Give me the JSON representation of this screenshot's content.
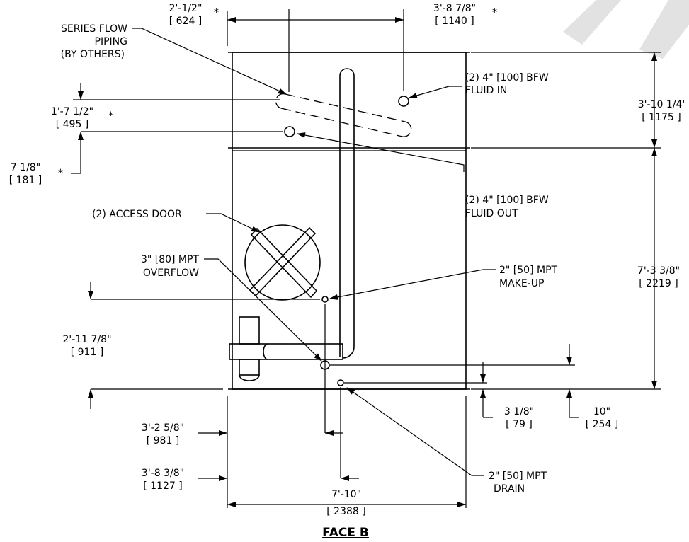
{
  "title": "FACE B",
  "callouts": {
    "series_flow": [
      "SERIES FLOW",
      "PIPING",
      "(BY OTHERS)"
    ],
    "fluid_in": [
      "(2) 4\" [100] BFW",
      "FLUID IN"
    ],
    "fluid_out": [
      "(2) 4\" [100] BFW",
      "FLUID OUT"
    ],
    "access_door": "(2) ACCESS DOOR",
    "overflow": [
      "3\" [80] MPT",
      "OVERFLOW"
    ],
    "makeup": [
      "2\" [50] MPT",
      "MAKE-UP"
    ],
    "drain": [
      "2\" [50] MPT",
      "DRAIN"
    ]
  },
  "dimensions": {
    "top_left": {
      "imperial": "2'-1/2\"",
      "metric": "[ 624 ]",
      "mark": "*"
    },
    "top_right": {
      "imperial": "3'-8 7/8\"",
      "metric": "[ 1140 ]",
      "mark": "*"
    },
    "left_upper": {
      "imperial": "1'-7 1/2\"",
      "metric": "[ 495 ]",
      "mark": "*"
    },
    "left_lower": {
      "imperial": "7 1/8\"",
      "metric": "[ 181 ]",
      "mark": "*"
    },
    "left_mid": {
      "imperial": "2'-11 7/8\"",
      "metric": "[ 911 ]"
    },
    "right_upper": {
      "imperial": "3'-10 1/4'",
      "metric": "[ 1175 ]"
    },
    "right_lower": {
      "imperial": "7'-3 3/8\"",
      "metric": "[ 2219 ]"
    },
    "bottom_a": {
      "imperial": "3 1/8\"",
      "metric": "[ 79 ]"
    },
    "bottom_b": {
      "imperial": "10\"",
      "metric": "[ 254 ]"
    },
    "bottom_left1": {
      "imperial": "3'-2 5/8\"",
      "metric": "[ 981 ]"
    },
    "bottom_left2": {
      "imperial": "3'-8 3/8\"",
      "metric": "[ 1127 ]"
    },
    "overall_width": {
      "imperial": "7'-10\"",
      "metric": "[ 2388 ]"
    }
  }
}
